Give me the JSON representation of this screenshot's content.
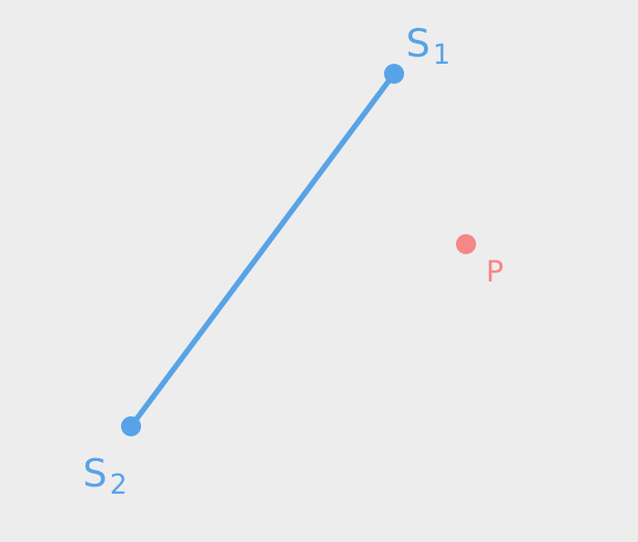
{
  "colors": {
    "background": "#ededed",
    "segment": "#58a3e8",
    "point_p": "#f78686"
  },
  "segment": {
    "start_label": {
      "base": "S",
      "subscript": "1"
    },
    "end_label": {
      "base": "S",
      "subscript": "2"
    }
  },
  "point": {
    "label": "P"
  }
}
